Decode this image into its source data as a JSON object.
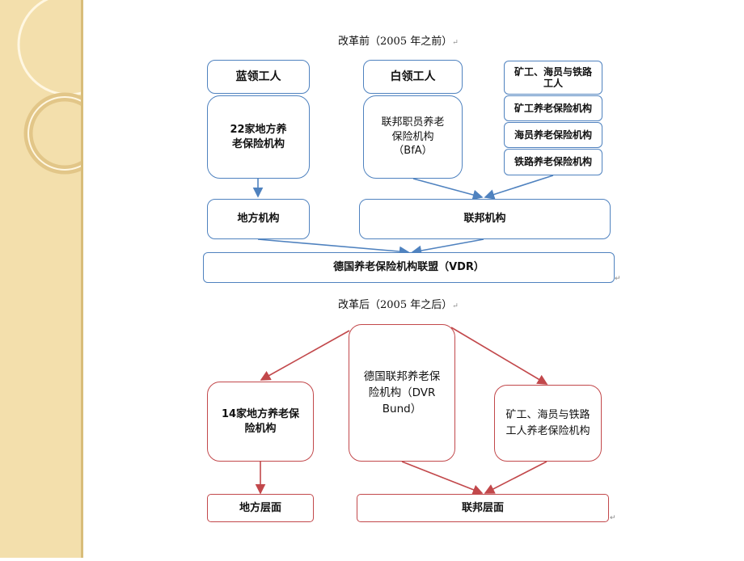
{
  "colors": {
    "sidebar": "#f3dfac",
    "blue": "#4f82bf",
    "red": "#c2484b"
  },
  "before": {
    "title": "改革前（2005 年之前）",
    "blue_collar": "蓝领工人",
    "white_collar": "白领工人",
    "miners_sailors_rail": "矿工、海员与铁路工人",
    "regional_22": "22家地方养老保险机构",
    "federal_bfa": "联邦职员养老保险机构（BfA）",
    "miners_fund": "矿工养老保险机构",
    "sailors_fund": "海员养老保险机构",
    "railway_fund": "铁路养老保险机构",
    "local_level": "地方机构",
    "federal_level": "联邦机构",
    "vdr": "德国养老保险机构联盟（VDR）"
  },
  "after": {
    "title": "改革后（2005 年之后）",
    "dvr_bund": "德国联邦养老保险机构（DVR Bund）",
    "regional_14": "14家地方养老保险机构",
    "miners_sailors_rail_fund": "矿工、海员与铁路工人养老保险机构",
    "local_level": "地方层面",
    "federal_level": "联邦层面"
  }
}
